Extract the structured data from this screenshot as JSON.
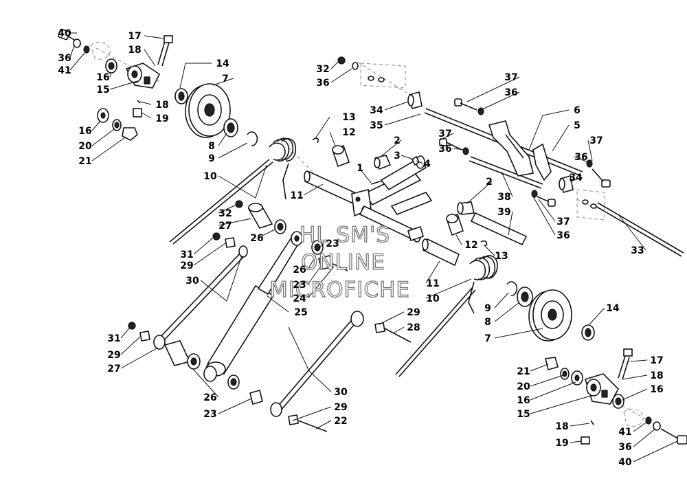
{
  "watermark": [
    "HL SM'S",
    "ONLINE",
    "MICROFICHE"
  ],
  "callouts": [
    {
      "id": "40a",
      "label": "40"
    },
    {
      "id": "36a",
      "label": "36"
    },
    {
      "id": "41a",
      "label": "41"
    },
    {
      "id": "16a",
      "label": "16"
    },
    {
      "id": "15a",
      "label": "15"
    },
    {
      "id": "17a",
      "label": "17"
    },
    {
      "id": "18a",
      "label": "18"
    },
    {
      "id": "14a",
      "label": "14"
    },
    {
      "id": "7a",
      "label": "7"
    },
    {
      "id": "18b",
      "label": "18"
    },
    {
      "id": "19a",
      "label": "19"
    },
    {
      "id": "16b",
      "label": "16"
    },
    {
      "id": "20a",
      "label": "20"
    },
    {
      "id": "21a",
      "label": "21"
    },
    {
      "id": "8a",
      "label": "8"
    },
    {
      "id": "9a",
      "label": "9"
    },
    {
      "id": "10a",
      "label": "10"
    },
    {
      "id": "32a",
      "label": "32"
    },
    {
      "id": "36b",
      "label": "36"
    },
    {
      "id": "13a",
      "label": "13"
    },
    {
      "id": "12a",
      "label": "12"
    },
    {
      "id": "34a",
      "label": "34"
    },
    {
      "id": "35a",
      "label": "35"
    },
    {
      "id": "37a",
      "label": "37"
    },
    {
      "id": "36c",
      "label": "36"
    },
    {
      "id": "6a",
      "label": "6"
    },
    {
      "id": "5a",
      "label": "5"
    },
    {
      "id": "37b",
      "label": "37"
    },
    {
      "id": "36d",
      "label": "36"
    },
    {
      "id": "37c",
      "label": "37"
    },
    {
      "id": "36e",
      "label": "36"
    },
    {
      "id": "34b",
      "label": "34"
    },
    {
      "id": "2a",
      "label": "2"
    },
    {
      "id": "3a",
      "label": "3"
    },
    {
      "id": "4a",
      "label": "4"
    },
    {
      "id": "1a",
      "label": "1"
    },
    {
      "id": "2b",
      "label": "2"
    },
    {
      "id": "38a",
      "label": "38"
    },
    {
      "id": "39a",
      "label": "39"
    },
    {
      "id": "37d",
      "label": "37"
    },
    {
      "id": "36f",
      "label": "36"
    },
    {
      "id": "33a",
      "label": "33"
    },
    {
      "id": "11a",
      "label": "11"
    },
    {
      "id": "32b",
      "label": "32"
    },
    {
      "id": "27a",
      "label": "27"
    },
    {
      "id": "26a",
      "label": "26"
    },
    {
      "id": "23a",
      "label": "23"
    },
    {
      "id": "31a",
      "label": "31"
    },
    {
      "id": "29a",
      "label": "29"
    },
    {
      "id": "30a",
      "label": "30"
    },
    {
      "id": "26b",
      "label": "26"
    },
    {
      "id": "23b",
      "label": "23"
    },
    {
      "id": "24a",
      "label": "24"
    },
    {
      "id": "25a",
      "label": "25"
    },
    {
      "id": "12b",
      "label": "12"
    },
    {
      "id": "13b",
      "label": "13"
    },
    {
      "id": "11b",
      "label": "11"
    },
    {
      "id": "10b",
      "label": "10"
    },
    {
      "id": "9b",
      "label": "9"
    },
    {
      "id": "8b",
      "label": "8"
    },
    {
      "id": "7b",
      "label": "7"
    },
    {
      "id": "14b",
      "label": "14"
    },
    {
      "id": "29b",
      "label": "29"
    },
    {
      "id": "28a",
      "label": "28"
    },
    {
      "id": "31b",
      "label": "31"
    },
    {
      "id": "29c",
      "label": "29"
    },
    {
      "id": "27b",
      "label": "27"
    },
    {
      "id": "26c",
      "label": "26"
    },
    {
      "id": "23c",
      "label": "23"
    },
    {
      "id": "30b",
      "label": "30"
    },
    {
      "id": "29d",
      "label": "29"
    },
    {
      "id": "22a",
      "label": "22"
    },
    {
      "id": "21b",
      "label": "21"
    },
    {
      "id": "20b",
      "label": "20"
    },
    {
      "id": "16c",
      "label": "16"
    },
    {
      "id": "15b",
      "label": "15"
    },
    {
      "id": "17b",
      "label": "17"
    },
    {
      "id": "18c",
      "label": "18"
    },
    {
      "id": "16d",
      "label": "16"
    },
    {
      "id": "18d",
      "label": "18"
    },
    {
      "id": "19b",
      "label": "19"
    },
    {
      "id": "41b",
      "label": "41"
    },
    {
      "id": "36g",
      "label": "36"
    },
    {
      "id": "40b",
      "label": "40"
    }
  ]
}
